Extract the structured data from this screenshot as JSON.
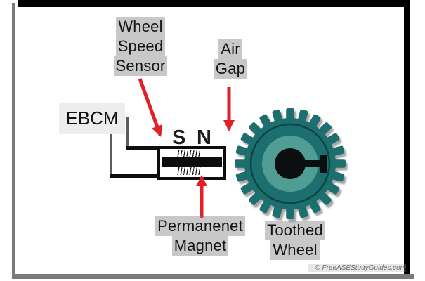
{
  "labels": {
    "wheel_speed_sensor": {
      "line1": "Wheel",
      "line2": "Speed",
      "line3": "Sensor"
    },
    "air_gap": {
      "line1": "Air",
      "line2": "Gap"
    },
    "ebcm": "EBCM",
    "poles": {
      "south": "S",
      "north": "N"
    },
    "permanent_magnet": {
      "line1": "Permanenet",
      "line2": "Magnet"
    },
    "toothed_wheel": {
      "line1": "Toothed",
      "line2": "Wheel"
    }
  },
  "watermark": "© FreeASEStudyGuides.com",
  "gear": {
    "teeth": 24
  },
  "colors": {
    "arrow_red": "#e02128",
    "gear_dark": "#1d6e6e",
    "gear_ring_stroke": "#0b4545",
    "gear_light": "#4f9d95",
    "gear_hub": "#0c0f10",
    "frame_black": "#000000",
    "frame_gray": "#7a7a7a",
    "label_highlight": "rgba(125,125,125,0.42)"
  }
}
